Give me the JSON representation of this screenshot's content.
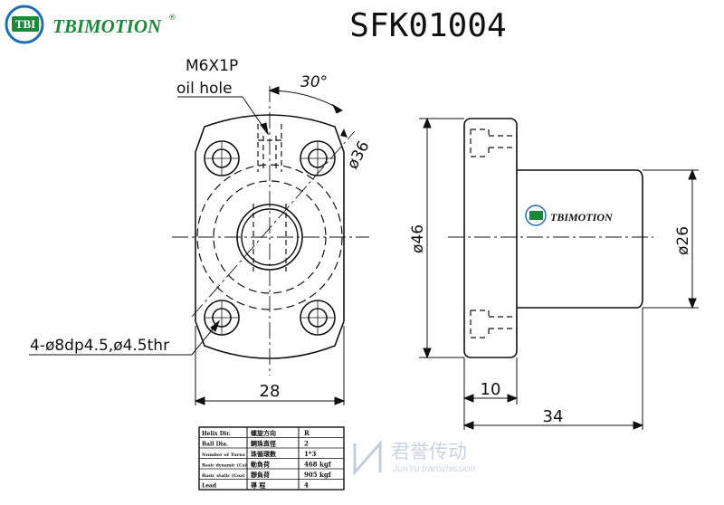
{
  "logo": {
    "badge": "TBI",
    "brand": "TBIMOTION",
    "registered": "®"
  },
  "title": "SFK01004",
  "annotations": {
    "oil_hole_thread": "M6X1P",
    "oil_hole_label": "oil hole",
    "angle": "30°",
    "bolt_circle": "ø36",
    "mount_holes": "4-ø8dp4.5,ø4.5thr",
    "flange_width": "28",
    "flange_dia": "ø46",
    "body_dia": "ø26",
    "flange_thickness": "10",
    "total_length": "34",
    "body_logo": "TBIMOTION"
  },
  "spec_table": {
    "rows": [
      {
        "en": "Helix Dir.",
        "cn": "螺旋方向",
        "value": "R"
      },
      {
        "en": "Ball Dia.",
        "cn": "鋼珠直徑",
        "value": "2"
      },
      {
        "en": "Number of Turns",
        "cn": "珠循環數",
        "value": "1*3"
      },
      {
        "en": "Basic dynamic (Ca)",
        "cn": "動負荷",
        "value": "468 kgf"
      },
      {
        "en": "Basic static (Coa)",
        "cn": "靜負荷",
        "value": "905 kgf"
      },
      {
        "en": "Lead",
        "cn": "導 程",
        "value": "4"
      }
    ]
  },
  "watermark": {
    "cn": "君誉传动",
    "en": "JunYu transmission"
  },
  "colors": {
    "brand_green": "#1a8a3a",
    "brand_blue": "#1f6fb5",
    "ink": "#111111"
  }
}
